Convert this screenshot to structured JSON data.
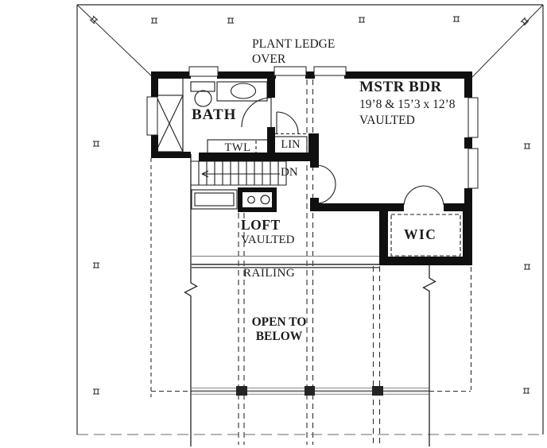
{
  "labels": {
    "plant_ledge": {
      "line1": "PLANT LEDGE",
      "line2": "OVER"
    },
    "master_bedroom": {
      "name": "MSTR BDR",
      "dimensions": "19’8 & 15’3 x 12’8",
      "ceiling": "VAULTED"
    },
    "bath": {
      "name": "BATH"
    },
    "towel_closet": {
      "abbr": "TWL"
    },
    "linen_closet": {
      "abbr": "LIN"
    },
    "stairs": {
      "direction": "DN"
    },
    "loft": {
      "name": "LOFT",
      "ceiling": "VAULTED"
    },
    "railing": {
      "label": "RAILING"
    },
    "open_to_below": {
      "line1": "OPEN TO",
      "line2": "BELOW"
    },
    "walk_in_closet": {
      "abbr": "WIC"
    }
  },
  "colors": {
    "ink": "#1d1d1d",
    "wall": "#101010",
    "muted": "#777777",
    "paper": "#ffffff"
  }
}
